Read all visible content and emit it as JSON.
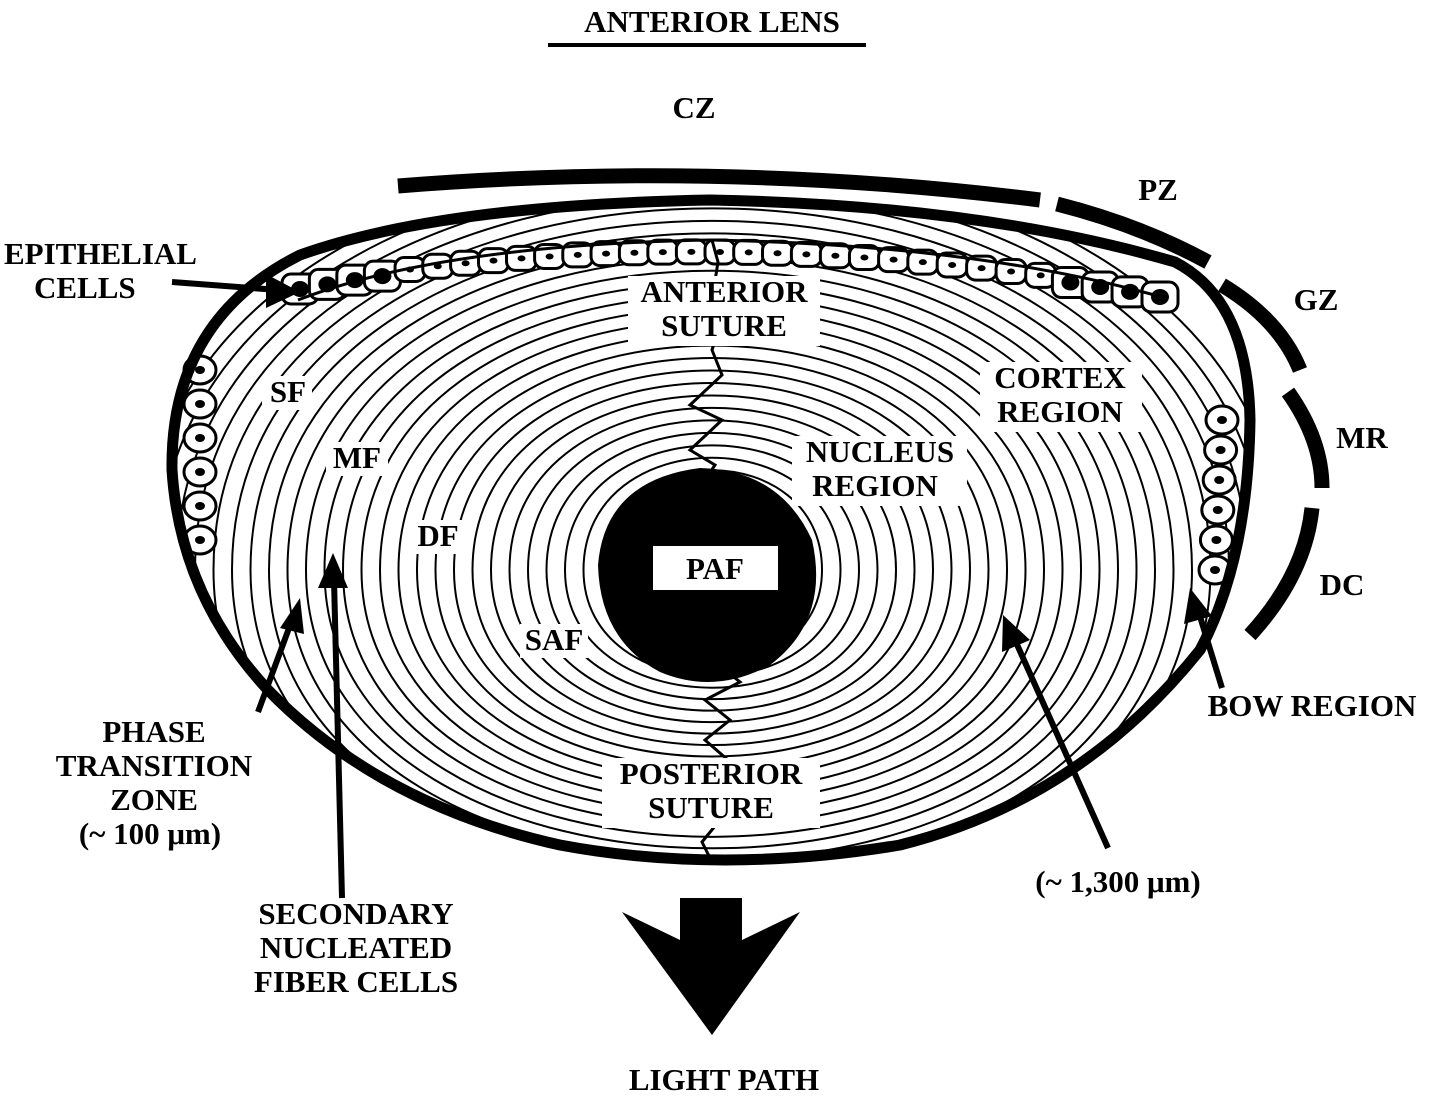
{
  "title": "ANTERIOR LENS",
  "zones": {
    "cz": "CZ",
    "pz": "PZ",
    "gz": "GZ",
    "mr": "MR",
    "dc": "DC"
  },
  "labels": {
    "epithelial_1": "EPITHELIAL",
    "epithelial_2": "CELLS",
    "anterior_suture_1": "ANTERIOR",
    "anterior_suture_2": "SUTURE",
    "cortex_1": "CORTEX",
    "cortex_2": "REGION",
    "nucleus_1": "NUCLEUS",
    "nucleus_2": "REGION",
    "sf": "SF",
    "mf": "MF",
    "df": "DF",
    "saf": "SAF",
    "paf": "PAF",
    "posterior_suture_1": "POSTERIOR",
    "posterior_suture_2": "SUTURE",
    "bow_region": "BOW REGION",
    "phase_1": "PHASE",
    "phase_2": "TRANSITION",
    "phase_3": "ZONE",
    "phase_4": "(~ 100 μm)",
    "secondary_1": "SECONDARY",
    "secondary_2": "NUCLEATED",
    "secondary_3": "FIBER CELLS",
    "size": "(~ 1,300 μm)",
    "light_path": "LIGHT PATH"
  }
}
